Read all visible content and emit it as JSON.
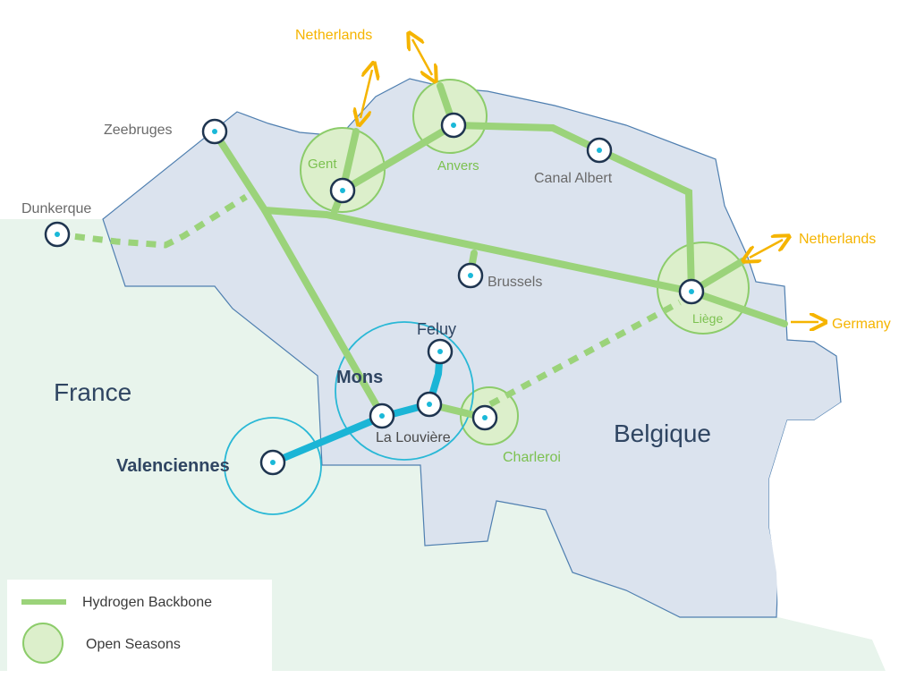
{
  "countries": {
    "france": "France",
    "belgium": "Belgique"
  },
  "cities": {
    "zeebruges": "Zeebruges",
    "dunkerque": "Dunkerque",
    "gent": "Gent",
    "anvers": "Anvers",
    "canal_albert": "Canal Albert",
    "brussels": "Brussels",
    "liege": "Liège",
    "mons": "Mons",
    "feluy": "Feluy",
    "la_louviere": "La Louvière",
    "charleroi": "Charleroi",
    "valenciennes": "Valenciennes"
  },
  "connections": {
    "netherlands_top": "Netherlands",
    "netherlands_right": "Netherlands",
    "germany": "Germany"
  },
  "legend": {
    "backbone": "Hydrogen Backbone",
    "open_seasons": "Open Seasons"
  },
  "colors": {
    "sea_land_france": "#e8f4ec",
    "belgium_fill": "#dbe3ee",
    "belgium_border": "#4f7fb0",
    "backbone_green": "#9bd37a",
    "open_season_fill": "#dcefcb",
    "open_season_stroke": "#8ccc6a",
    "cluster_blue": "#29b8d6",
    "arrow_orange": "#f5b400",
    "node_ring": "#1f3550",
    "node_dot": "#1ab8d8"
  }
}
